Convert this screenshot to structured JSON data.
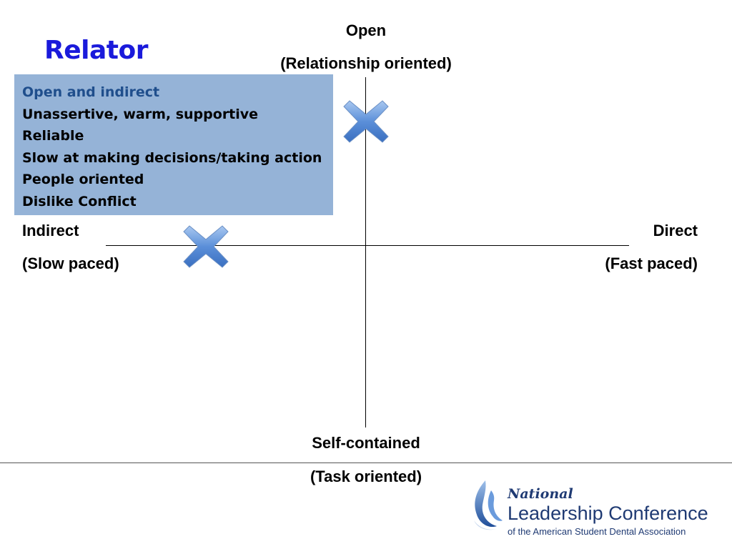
{
  "slide": {
    "title": "Relator",
    "title_color": "#1a1adb",
    "info_box": {
      "bg_color": "#95b3d7",
      "heading": "Open and indirect",
      "heading_color": "#1f4e8c",
      "lines": [
        "Unassertive, warm, supportive",
        "Reliable",
        "Slow at making decisions/taking action",
        "People oriented",
        "Dislike Conflict"
      ]
    },
    "axes": {
      "top": {
        "label": "Open",
        "sublabel": "(Relationship oriented)"
      },
      "bottom": {
        "label": "Self-contained",
        "sublabel": "(Task oriented)"
      },
      "left": {
        "label": "Indirect",
        "sublabel": "(Slow paced)"
      },
      "right": {
        "label": "Direct",
        "sublabel": "(Fast paced)"
      }
    },
    "markers": [
      {
        "name": "marker-open",
        "icon": "x-mark-icon"
      },
      {
        "name": "marker-indirect",
        "icon": "x-mark-icon"
      }
    ],
    "marker_color": "#5b8fd9"
  },
  "footer": {
    "logo": {
      "line1": "National",
      "line2": "Leadership Conference",
      "line3": "of the American Student Dental Association"
    }
  }
}
